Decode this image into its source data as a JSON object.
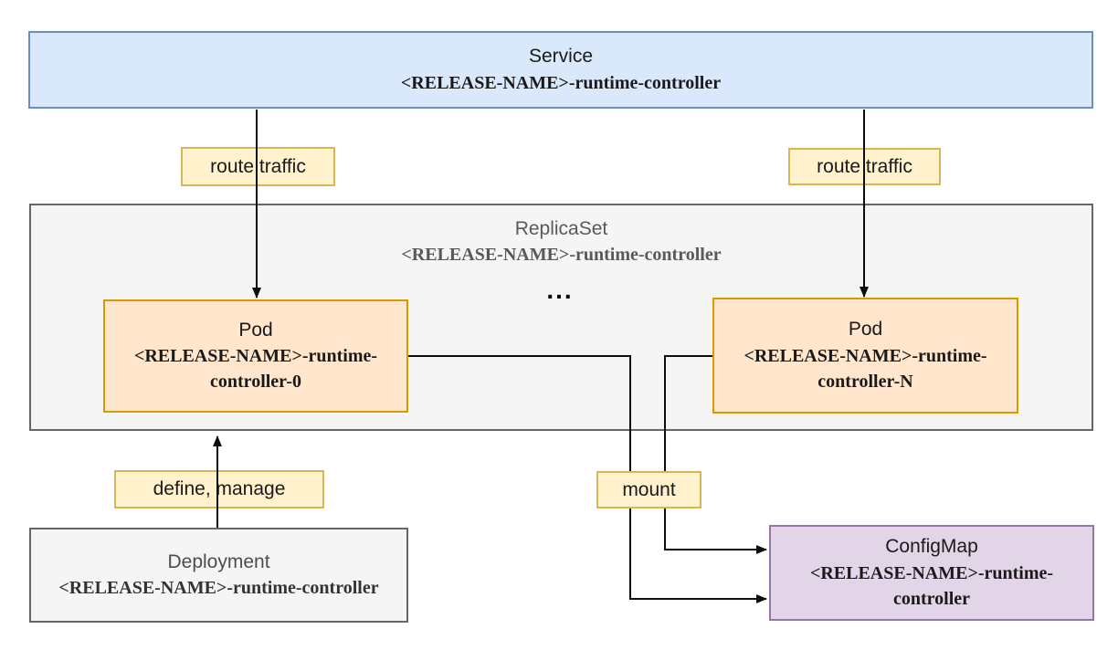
{
  "diagram": {
    "nodes": {
      "service": {
        "title": "Service",
        "name": "<RELEASE-NAME>-runtime-controller"
      },
      "replicaset": {
        "title": "ReplicaSet",
        "name": "<RELEASE-NAME>-runtime-controller"
      },
      "pod_left": {
        "title": "Pod",
        "name_line1": "<RELEASE-NAME>-runtime-",
        "name_line2": "controller-0"
      },
      "pod_right": {
        "title": "Pod",
        "name_line1": "<RELEASE-NAME>-runtime-",
        "name_line2": "controller-N"
      },
      "deployment": {
        "title": "Deployment",
        "name": "<RELEASE-NAME>-runtime-controller"
      },
      "configmap": {
        "title": "ConfigMap",
        "name_line1": "<RELEASE-NAME>-runtime-",
        "name_line2": "controller"
      }
    },
    "edge_labels": {
      "route_traffic_left": "route traffic",
      "route_traffic_right": "route traffic",
      "define_manage": "define, manage",
      "mount": "mount"
    },
    "ellipsis": "...",
    "colors": {
      "service_fill": "#dae8fc",
      "service_stroke": "#6c8ebf",
      "pod_fill": "#ffe6cc",
      "pod_stroke": "#d79b00",
      "gray_fill": "#f5f5f5",
      "gray_stroke": "#666666",
      "label_fill": "#fff2cc",
      "label_stroke": "#d6b656",
      "configmap_fill": "#e1d5e7",
      "configmap_stroke": "#9673a6",
      "edge": "#000000"
    }
  }
}
